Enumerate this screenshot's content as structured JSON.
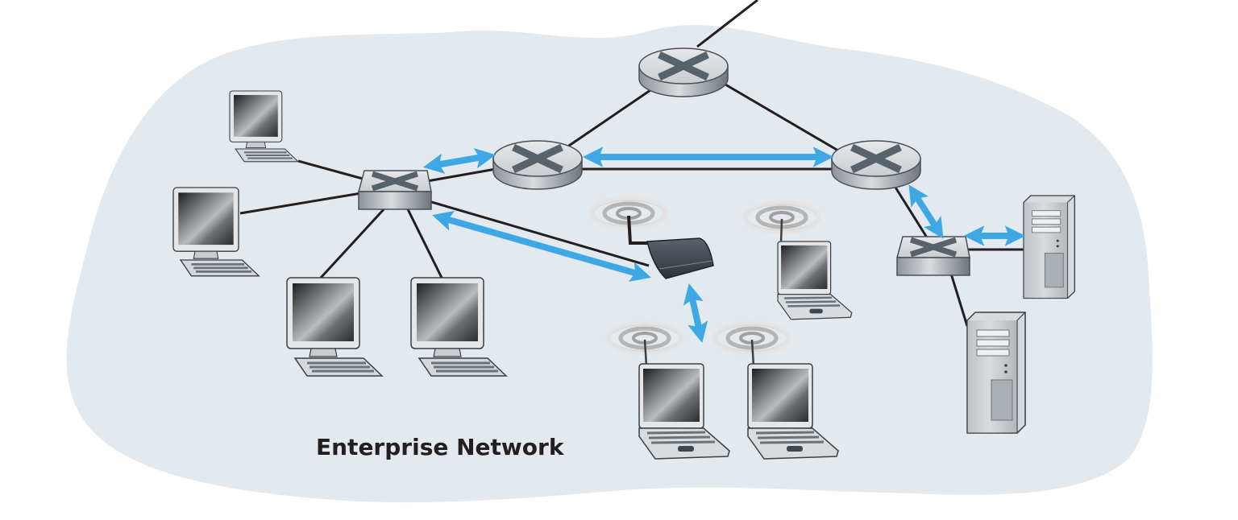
{
  "diagram": {
    "label": "Enterprise Network",
    "colors": {
      "background_region": "#e2e9ef",
      "link": "#231f20",
      "arrow": "#3ea8e5"
    },
    "devices": {
      "routers": 3,
      "switches": 2,
      "desktops": 4,
      "laptops": 3,
      "servers": 2,
      "wireless_access_points": 1
    },
    "icons": [
      "router-icon",
      "switch-icon",
      "desktop-computer-icon",
      "laptop-icon",
      "server-icon",
      "wireless-access-point-icon",
      "wifi-signal-icon"
    ]
  }
}
